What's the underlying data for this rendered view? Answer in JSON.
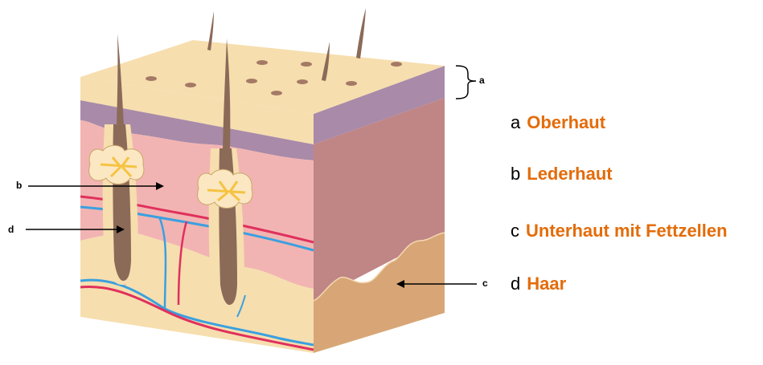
{
  "callouts": {
    "a": "a",
    "b": "b",
    "c": "c",
    "d": "d"
  },
  "legend": [
    {
      "letter": "a",
      "name": "Oberhaut"
    },
    {
      "letter": "b",
      "name": "Lederhaut"
    },
    {
      "letter": "c",
      "name": "Unterhaut mit Fettzellen"
    },
    {
      "letter": "d",
      "name": "Haar"
    }
  ],
  "colors": {
    "epidermis_top": "#f6deae",
    "epidermis_layer": "#a98aa8",
    "dermis_front": "#f2b4b2",
    "dermis_side": "#c08585",
    "subcutis_front": "#f6deae",
    "subcutis_side": "#d8a676",
    "hair": "#8b6a58",
    "vein": "#3aa0e0",
    "artery": "#e0305c",
    "gland": "#f5c342",
    "legend_term": "#e36c0a"
  }
}
